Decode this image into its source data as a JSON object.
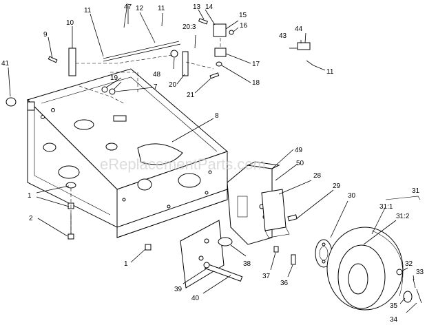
{
  "watermark": "eReplacementParts.com",
  "labels": {
    "l1a": "1",
    "l1b": "1",
    "l2": "2",
    "l7": "7",
    "l8": "8",
    "l9": "9",
    "l10": "10",
    "l11a": "11",
    "l11b": "11",
    "l11c": "11",
    "l12": "12",
    "l13": "13",
    "l14": "14",
    "l15": "15",
    "l16": "16",
    "l17": "17",
    "l18": "18",
    "l19": "19",
    "l20": "20",
    "l20_3": "20:3",
    "l21": "21",
    "l28": "28",
    "l29": "29",
    "l30": "30",
    "l31": "31",
    "l31_1": "31:1",
    "l31_2": "31:2",
    "l32": "32",
    "l33": "33",
    "l34": "34",
    "l35": "35",
    "l36": "36",
    "l37": "37",
    "l38": "38",
    "l39": "39",
    "l40": "40",
    "l41": "41",
    "l43": "43",
    "l44": "44",
    "l47": "47",
    "l48": "48",
    "l49": "49",
    "l50": "50"
  }
}
